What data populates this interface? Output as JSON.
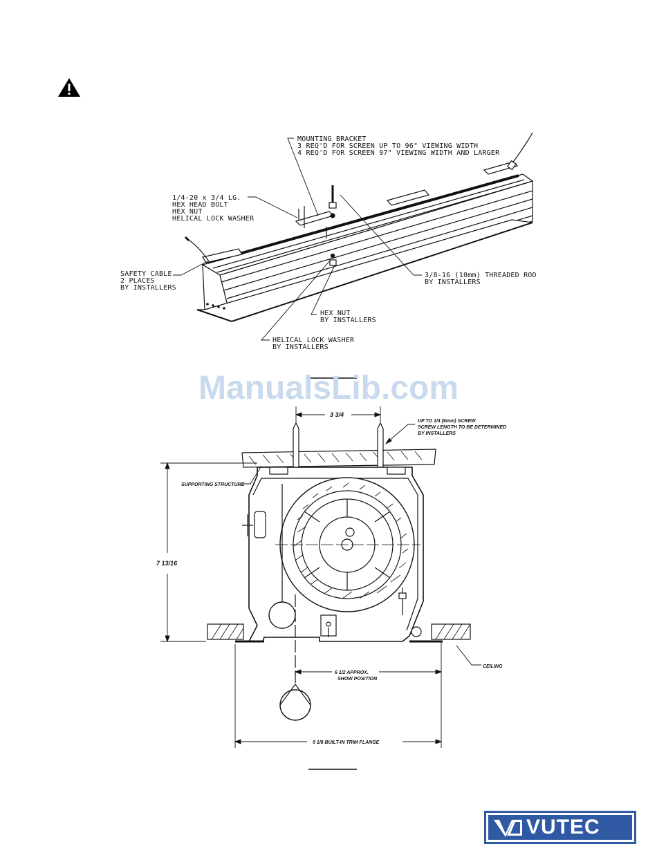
{
  "warning_icon": "warning-triangle-icon",
  "iso_view": {
    "mounting_bracket": [
      "MOUNTING BRACKET",
      "3 REQ'D FOR SCREEN UP TO 96\" VIEWING WIDTH",
      "4 REQ'D FOR SCREEN 97\" VIEWING WIDTH AND LARGER"
    ],
    "bolt": [
      "1/4-20 x 3/4 LG.",
      "HEX HEAD BOLT",
      "HEX NUT",
      "HELICAL LOCK WASHER"
    ],
    "safety_cable": [
      "SAFETY CABLE",
      "2 PLACES",
      "BY INSTALLERS"
    ],
    "threaded_rod": [
      "3/8-16 (10mm) THREADED ROD",
      "BY INSTALLERS"
    ],
    "hex_nut": [
      "HEX NUT",
      "BY INSTALLERS"
    ],
    "lock_washer": [
      "HELICAL LOCK WASHER",
      "BY INSTALLERS"
    ]
  },
  "watermark": "ManualsLib.com",
  "section_view": {
    "dim_top": "3 3/4",
    "screw_note": [
      "UP TO 1/4 (6mm) SCREW",
      "SCREW LENGTH TO BE DETERMINED",
      "BY INSTALLERS"
    ],
    "supporting_structure": "SUPPORTING STRUCTURE",
    "dim_height": "7 13/16",
    "ceiling": "CEILING",
    "dim_show": [
      "6 1/2 APPROX.",
      "SHOW POSITION"
    ],
    "dim_flange": "9 1/8 BUILT-IN TRIM FLANGE"
  },
  "logo": {
    "text": "VUTEC",
    "color": "#2f5aa3"
  }
}
